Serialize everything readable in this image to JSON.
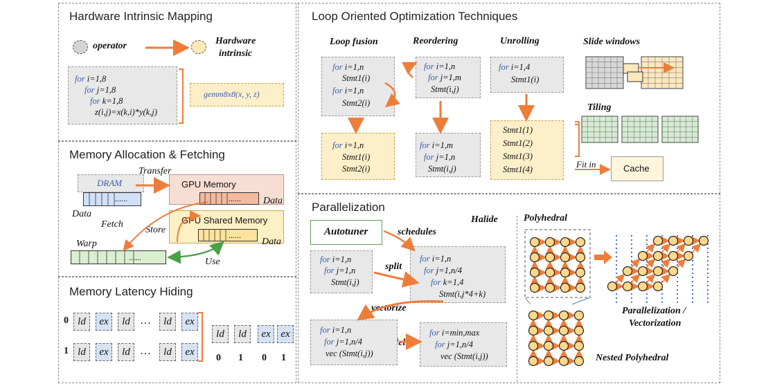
{
  "hw": {
    "title": "Hardware Intrinsic Mapping",
    "operator": "operator",
    "hw_line1": "Hardware",
    "hw_line2": "intrinsic",
    "code": [
      "for i=1,8",
      "for j=1,8",
      "for k=1,8",
      "z(i,j)=x(k,i)*y(k,j)"
    ],
    "gemm": "gemm8x8(x, y, z)"
  },
  "mem": {
    "title": "Memory Allocation & Fetching",
    "dram": "DRAM",
    "transfer": "Transfer",
    "gpu_mem": "GPU Memory",
    "data": "Data",
    "dots": "......",
    "fetch": "Fetch",
    "store": "Store",
    "gpu_shared": "GPU Shared Memory",
    "warp": "Warp",
    "use": "Use"
  },
  "lat": {
    "title": "Memory Latency Hiding",
    "row0": "0",
    "row1": "1",
    "ld": "ld",
    "ex": "ex",
    "ellipsis": "…",
    "idx": [
      "0",
      "1",
      "0",
      "1"
    ]
  },
  "loop": {
    "title": "Loop Oriented Optimization Techniques",
    "fusion": {
      "label": "Loop fusion",
      "before": [
        "for i=1,n",
        "Stmt1(i)",
        "for i=1,n",
        "Stmt2(i)"
      ],
      "after": [
        "for i=1,n",
        "Stmt1(i)",
        "Stmt2(i)"
      ]
    },
    "reorder": {
      "label": "Reordering",
      "before": [
        "for i=1,n",
        "for j=1,m",
        "Stmt(i,j)"
      ],
      "after": [
        "for i=1,m",
        "for j=1,n",
        "Stmt(i,j)"
      ]
    },
    "unroll": {
      "label": "Unrolling",
      "before": [
        "for i=1,4",
        "Stmt1(i)"
      ],
      "after": [
        "Stmt1(1)",
        "Stmt1(2)",
        "Stmt1(3)",
        "Stmt1(4)"
      ]
    },
    "slide": "Slide windows",
    "tiling": "Tiling",
    "fitin": "Fit in",
    "cache": "Cache"
  },
  "par": {
    "title": "Parallelization",
    "halide": "Halide",
    "autotuner": "Autotuner",
    "schedules": "schedules",
    "split": "split",
    "vectorize": "vectorize",
    "parallelize": "parallelize",
    "c1": [
      "for i=1,n",
      "for j=1,n",
      "Stmt(i,j)"
    ],
    "c2": [
      "for i=1,n",
      "for j=1,n/4",
      "for k=1,4",
      "Stmt(i,j*4+k)"
    ],
    "c3": [
      "for i=1,n",
      "for j=1,n/4",
      "vec (Stmt(i,j))"
    ],
    "c4": [
      "for i=min,max",
      "for j=1,n/4",
      "vec (Stmt(i,j))"
    ],
    "polyhedral": "Polyhedral",
    "pv1": "Parallelization /",
    "pv2": "Vectorization",
    "nested": "Nested Polyhedral"
  }
}
